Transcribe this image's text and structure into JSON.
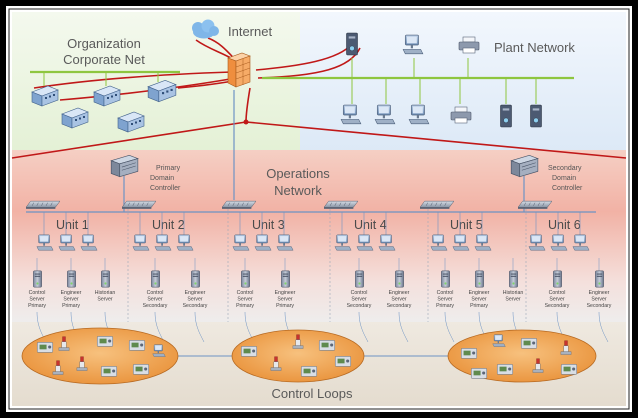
{
  "zones": {
    "corporate": {
      "title_line1": "Organization",
      "title_line2": "Corporate Net"
    },
    "internet": {
      "title": "Internet"
    },
    "plant": {
      "title": "Plant Network"
    },
    "operations": {
      "title_line1": "Operations",
      "title_line2": "Network"
    },
    "control": {
      "title": "Control Loops"
    }
  },
  "domain_controllers": {
    "primary": [
      "Primary",
      "Domain",
      "Controller"
    ],
    "secondary": [
      "Secondary",
      "Domain",
      "Controller"
    ]
  },
  "units": [
    "Unit 1",
    "Unit 2",
    "Unit 3",
    "Unit 4",
    "Unit 5",
    "Unit 6"
  ],
  "servers": [
    [
      "Control",
      "Server",
      "Primary"
    ],
    [
      "Engineer",
      "Server",
      "Primary"
    ],
    [
      "Historian",
      "Server"
    ],
    [
      "Control",
      "Server",
      "Secondary"
    ],
    [
      "Engineer",
      "Server",
      "Secondary"
    ],
    [
      "Control",
      "Server",
      "Primary"
    ],
    [
      "Engineer",
      "Server",
      "Primary"
    ],
    [
      "Control",
      "Server",
      "Secondary"
    ],
    [
      "Engineer",
      "Server",
      "Secondary"
    ],
    [
      "Control",
      "Server",
      "Primary"
    ],
    [
      "Engineer",
      "Server",
      "Primary"
    ],
    [
      "Historian",
      "Server"
    ],
    [
      "Control",
      "Server",
      "Secondary"
    ],
    [
      "Engineer",
      "Server",
      "Secondary"
    ]
  ],
  "colors": {
    "corporate_bg": "#e8f3dc",
    "plant_bg": "#e6f0fb",
    "ops_bg": "#f3b8ad",
    "control_bg": "#ece6dc",
    "wan_line": "#c01818",
    "lan_green": "#8ec63f",
    "ellipse_fill": "#f2a14a"
  }
}
